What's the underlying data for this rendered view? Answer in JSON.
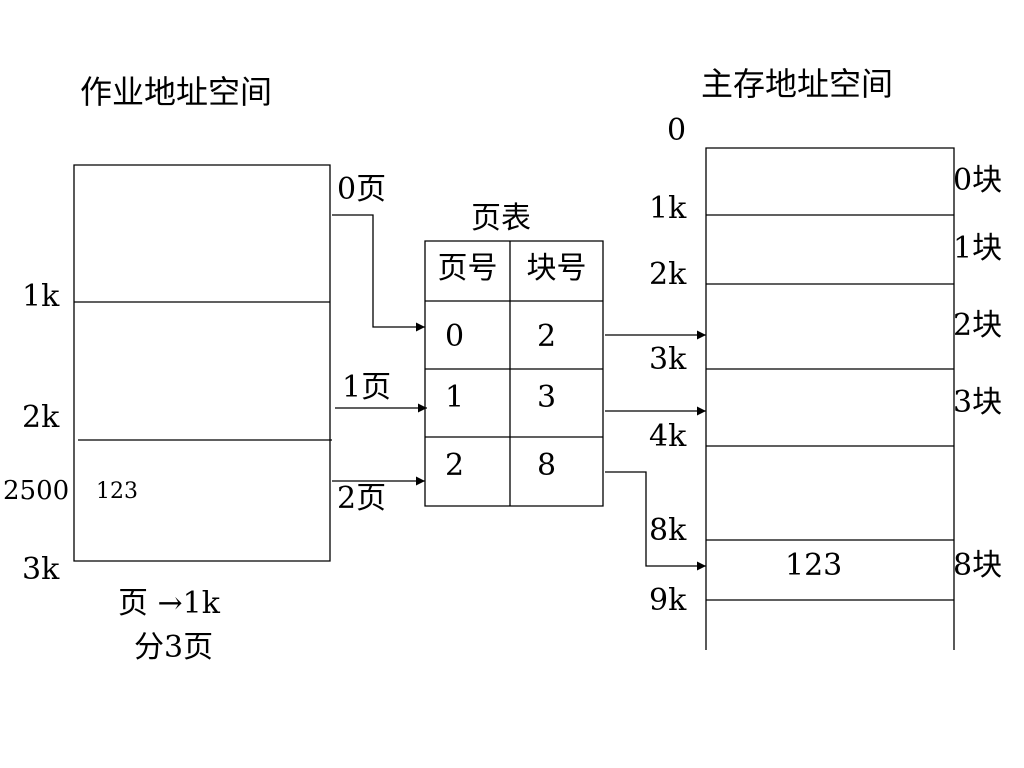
{
  "job_space": {
    "title": "作业地址空间",
    "marks": [
      "1k",
      "2k",
      "2500",
      "3k"
    ],
    "cell_value": "123",
    "note_line1": "页 →1k",
    "note_line2": "分3页"
  },
  "pages": [
    "0页",
    "1页",
    "2页"
  ],
  "page_table": {
    "title": "页表",
    "headers": [
      "页号",
      "块号"
    ],
    "rows": [
      {
        "page": "0",
        "block": "2"
      },
      {
        "page": "1",
        "block": "3"
      },
      {
        "page": "2",
        "block": "8"
      }
    ]
  },
  "main_memory": {
    "title": "主存地址空间",
    "addresses": [
      "0",
      "1k",
      "2k",
      "3k",
      "4k",
      "8k",
      "9k"
    ],
    "blocks": [
      "0块",
      "1块",
      "2块",
      "3块",
      "8块"
    ],
    "cell_value": "123"
  }
}
